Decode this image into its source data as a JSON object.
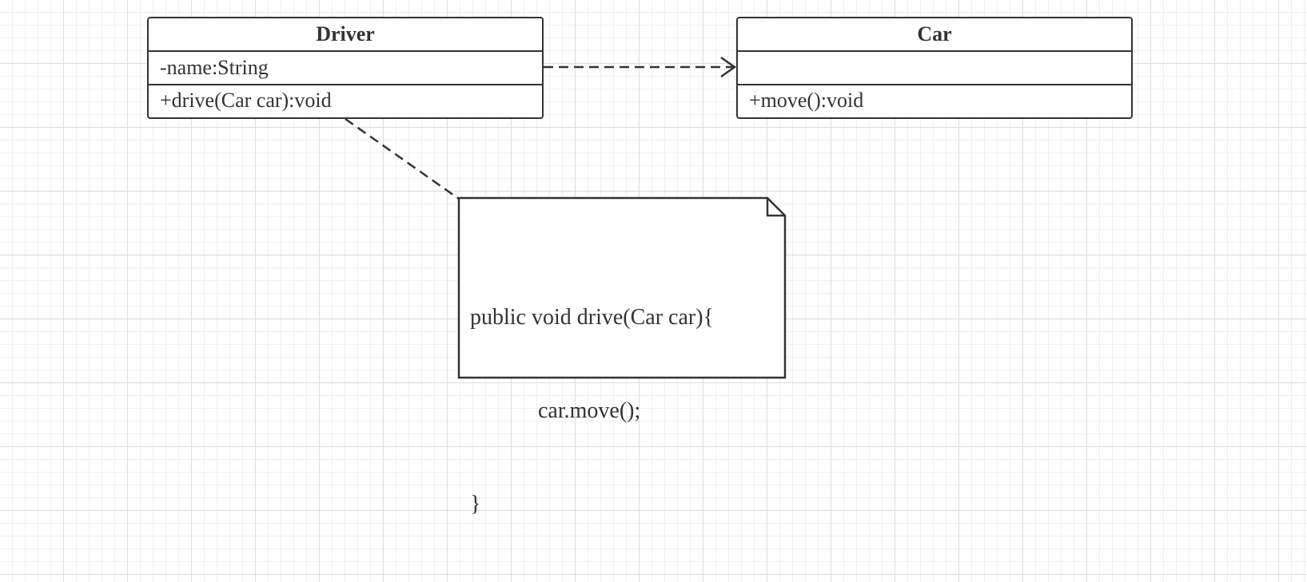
{
  "diagram": {
    "driver": {
      "name": "Driver",
      "attribute": "-name:String",
      "operation": "+drive(Car car):void"
    },
    "car": {
      "name": "Car",
      "attribute": "",
      "operation": "+move():void"
    },
    "note": {
      "line1": "public void drive(Car car){",
      "line2": "car.move();",
      "line3": "}"
    }
  },
  "colors": {
    "stroke": "#333333",
    "grid_major": "#dcdcdc",
    "grid_minor": "#f0f0f0"
  }
}
